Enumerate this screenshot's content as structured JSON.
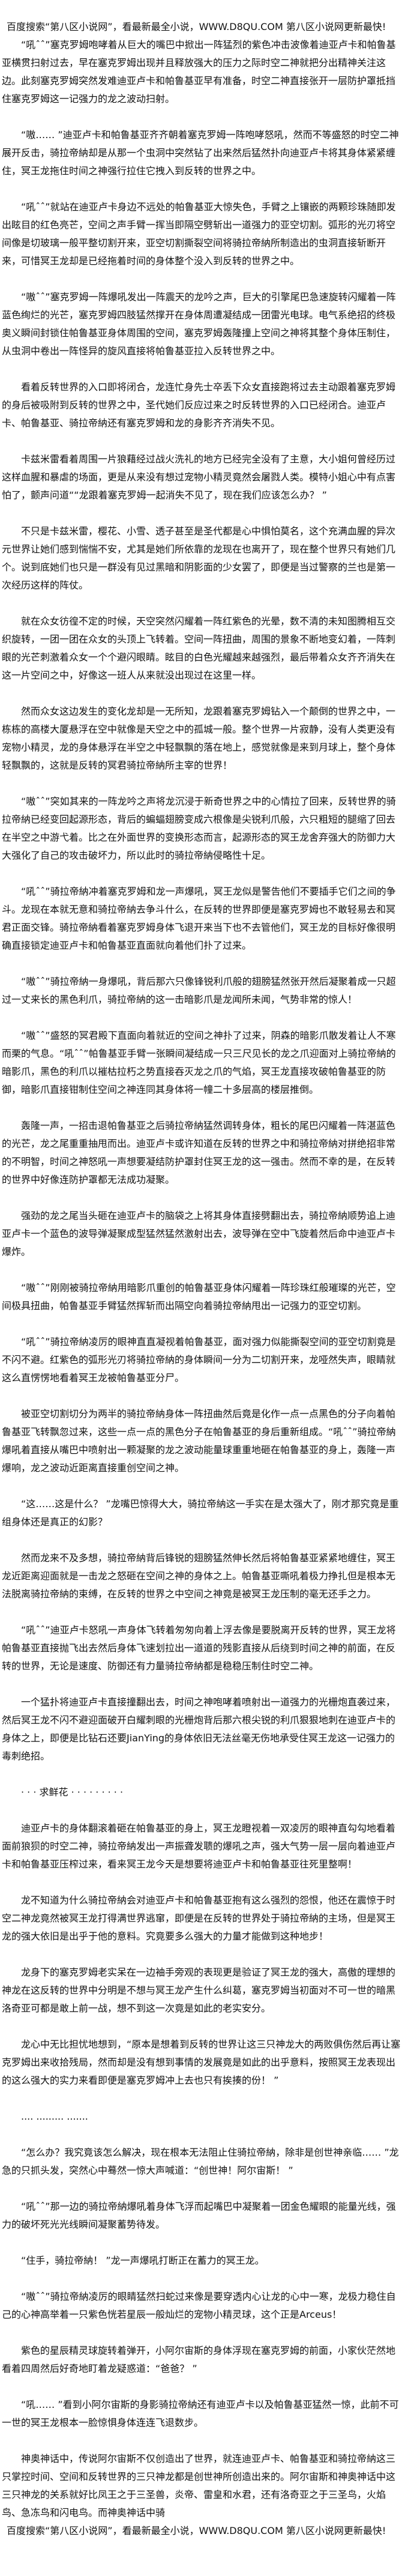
{
  "promo": {
    "top": "百度搜索“第八区小说网”，看最新最全小说，WWW.D8QU.COM  第八区小说网更新最快!",
    "bottom": "百度搜索“第八区小说网”，看最新最全小说，WWW.D8QU.COM  第八区小说网更新最快!"
  },
  "paragraphs": [
    "“吼ˆˆ”塞克罗姆咆哮着从巨大的嘴巴中掀出一阵猛烈的紫色冲击波像着迪亚卢卡和帕鲁基亚横贯扫射过去，早在塞克罗姆出现并且释放强大的压力之际时空二神就把分出精神关注这边。此刻塞克罗姆突然发难迪亚卢卡和帕鲁基亚早有准备，时空二神直接张开一层防护罩抵挡住塞克罗姆这一记强力的龙之波动扫射。",
    "“嗷…… ”迪亚卢卡和帕鲁基亚齐齐朝着塞克罗姆一阵咆哮怒吼，然而不等盛怒的时空二神展开反击，骑拉帝納却是从那一个虫洞中突然钻了出来然后猛然扑向迪亚卢卡将其身体紧紧缠住，冥王龙拖住时间之神强行拉住它拽入到反转的世界之中。",
    "“吼ˆˆ”就站在迪亚卢卡身边不远处的帕鲁基亚大惊失色，手臂之上镶嵌的两颗珍珠随即发出眩目的红色亮芒，空间之声手臂一挥当即隔空劈斩出一道强力的亚空切割。弧形的光刃将空间像是切玻璃一般平整切割开来，亚空切割撕裂空间将骑拉帝納所制造出的虫洞直接斩断开来，可惜冥王龙却是已经拖着时间的身体整个没入到反转的世界之中。",
    "“嗷ˆˆ”塞克罗姆一阵爆吼发出一阵震天的龙吟之声，巨大的引擎尾巴急速旋转闪耀着一阵蓝色绚烂的光芒，塞克罗姆四肢猛然撑开在身体周遭凝结成一团雷光电球。电气系绝招的终极奥义瞬间封锁住帕鲁基亚身体周围的空间，塞克罗姆轰隆撞上空间之神将其整个身体压制住，从虫洞中卷出一阵怪异的旋风直接将帕鲁基亚拉入反转世界之中。",
    "看着反转世界的入口即将闭合，龙连忙身先士卒丢下众女直接跑将过去主动跟着塞克罗姆的身后被吸附到反转的世界之中，圣代她们反应过来之时反转世界的入口已经闭合。迪亚卢卡、帕鲁基亚、骑拉帝納还有塞克罗姆和龙的身影齐齐消失不见。",
    "卡兹米雷看着周围一片狼藉经过战火洗礼的地方已经完全没有了主意，大小姐何曾经历过这样血腥和暴虐的场面，更是从来没有想过宠物小精灵竟然会屠戮人类。模特小姐心中有点害怕了，颤声问道““龙跟着塞克罗姆一起消失不见了，现在我们应该怎么办？ ”",
    "不只是卡兹米雷，樱花、小雪、透子甚至是圣代都是心中惧怕莫名，这个充满血腥的异次元世界让她们感到惴惴不安，尤其是她们所依靠的龙现在也离开了，现在整个世界只有她们几个。说到底她们也只是一群没有见过黑暗和阴影面的少女罢了，即便是当过警察的兰也是第一次经历这样的阵仗。",
    "就在众女彷徨不定的时候，天空突然闪耀着一阵红紫色的光晕，数不清的未知图腾相互交织旋转，一团一团在众女的头顶上飞转着。空间一阵扭曲，周围的景象不断地变幻着，一阵刺眼的光芒刺激着众女一个个避闪眼睛。眩目的白色光耀越来越强烈，最后带着众女齐齐消失在这一片空间之中，好像这一班人从来就没出现过在这里一样。",
    "然而众女这边发生的变化龙却是一无所知，龙跟着塞克罗姆钻入一个颠倒的世界之中，一栋栋的高楼大厦悬浮在空中就像是天空之中的孤城一般。整个世界一片寂静，没有人类更没有宠物小精灵，龙的身体悬浮在半空之中轻飘飘的落在地上，感觉就像是来到月球上，整个身体轻飘飘的，这就是反转的冥君骑拉帝納所主宰的世界！",
    "“嗷ˆˆ”突如其来的一阵龙吟之声将龙沉浸于新奇世界之中的心情拉了回来，反转世界的骑拉帝納已经变回起源形态，背后的蝙蝠翅膀变成六根像是尖锐利爪般，六只粗短的腿缩了回去在半空之中游弋着。比之在外面世界的变换形态而言，起源形态的冥王龙舍弃强大的防御力大大强化了自己的攻击破坏力，所以此时的骑拉帝納侵略性十足。",
    "“吼ˆˆ”骑拉帝納冲着塞克罗姆和龙一声爆吼，冥王龙似是警告他们不要插手它们之间的争斗。龙现在本就无意和骑拉帝納去争斗什么，在反转的世界即便是塞克罗姆也不敢轻易去和冥君正面交锋。骑拉帝納看着塞克罗姆身体飞退开来当下也不去管他们，冥王龙的目标好像很明确直接锁定迪亚卢卡和帕鲁基亚直面就向着他们扑了过来。",
    "“嗷ˆˆ”骑拉帝納一身爆吼，背后那六只像锋锐利爪般的翅膀猛然张开然后凝聚着成一只超过一丈来长的黑色利爪，骑拉帝納的这一击暗影爪是龙闻所未闻，气势非常的惊人！",
    "“嗷ˆˆ”盛怒的冥君殿下直面向着就近的空间之神扑了过来，阴森的暗影爪散发着让人不寒而栗的气息。“吼ˆˆ”帕鲁基亚手臂一张瞬间凝结成一只三尺见长的龙之爪迎面对上骑拉帝納的暗影爪，黑色的利爪以摧枯拉朽之势直接吞灭龙之爪的气焰，冥王龙直接攻破帕鲁基亚的防御，暗影爪直接钳制住空间之神连同其身体将一幢二十多层高的楼层推倒。",
    "轰隆一声，一招击退帕鲁基亚之后骑拉帝納猛然调转身体，粗长的尾巴闪耀着一阵湛蓝色的光芒，龙之尾重重抽甩而出。迪亚卢卡或许知道在反转的世界之中和骑拉帝納对拼绝招非常的不明智，时间之神怒吼一声想要凝结防护罩封住冥王龙的这一强击。然而不幸的是，在反转的世界中好像连防护罩都无法成功凝聚。",
    "强劲的龙之尾当头砸在迪亚卢卡的脑袋之上将其身体直接劈翻出去，骑拉帝納顺势追上迪亚卢卡一个蓝色的波导弹凝聚成型猛然猛然激射出去，波导弹在空中飞旋着然后命中迪亚卢卡爆炸。",
    "“嗷ˆˆ”刚刚被骑拉帝納用暗影爪重创的帕鲁基亚身体闪耀着一阵珍珠红般璀璨的光芒，空间极具扭曲，帕鲁基亚手臂猛然挥斩而出隔空向着骑拉帝納甩出一记强力的亚空切割。",
    "“吼ˆˆ”骑拉帝納凌厉的眼神直直凝视着帕鲁基亚，面对强力似能撕裂空间的亚空切割竟是不闪不避。红紫色的弧形光刃将骑拉帝納的身体瞬间一分为二切割开来，龙哑然失声，眼睛就这么直愣愣地看着冥王龙被帕鲁基亚分尸。",
    "被亚空切割切分为两半的骑拉帝納身体一阵扭曲然后竟是化作一点一点黑色的分子向着帕鲁基亚飞转飘忽过来，这些一点一点的黑色分子在帕鲁基亚的身后重新组成。“吼ˆˆ”骑拉帝納爆吼着直接从嘴巴中喷射出一颗凝聚的龙之波动能量球重重地砸在帕鲁基亚的身上，轰隆一声爆响，龙之波动近距离直接重创空间之神。",
    "“这……这是什么？ ”龙嘴巴惊得大大，骑拉帝納这一手实在是太强大了，刚才那究竟是重组身体还是真正的幻影？",
    "然而龙来不及多想，骑拉帝納背后锋锐的翅膀猛然伸长然后将帕鲁基亚紧紧地缠住，冥王龙近距离迎面就是一击龙之怒砸在空间之神的身体之上。帕鲁基亚嘶吼着极力挣扎但是根本无法脱离骑拉帝納的束缚，在反转的世界之中空间之神竟是被冥王龙压制的毫无还手之力。",
    "“吼ˆˆ”迪亚卢卡怒吼一声身体飞转着匆匆向着上浮去像是要脱离开反转的世界，冥王龙将帕鲁基亚直接抛飞出去然后身体飞速划拉出一道道的残影直接从后绕到时间之神的前面，在反转的世界，无论是速度、防御还有力量骑拉帝納都是稳稳压制住时空二神。",
    "一个猛扑将迪亚卢卡直接撞翻出去，时间之神咆哮着喷射出一道强力的光栅炮直袭过来，然后冥王龙不闪不避迎面破开白耀刺眼的光栅炮背后那六根尖锐的利爪狠狠地刺在迪亚卢卡的身体之上，即便是比钻石还要JianYing的身体依旧无法丝毫无伤地承受住冥王龙这一记强力的毒刺绝招。",
    "· · · 求鲜花 · · ·  · · · · · ·",
    "迪亚卢卡的身体翻滚着砸在帕鲁基亚的身上，冥王龙瞪视着一双凌厉的眼神直勾勾地看着面前狼狈的时空二神，骑拉帝納发出一声振聋发聩的爆吼之声，强大气势一层一层向着迪亚卢卡和帕鲁基亚压榨过来，看来冥王龙今天是想要将迪亚卢卡和帕鲁基亚往死里整啊！",
    "龙不知道为什么骑拉帝納会对迪亚卢卡和帕鲁基亚抱有这么强烈的怨恨，他还在震惊于时空二神龙竟然被冥王龙打得满世界逃窜，即便是在反转的世界处于骑拉帝納的主场，但是冥王龙的强大依旧是出乎于他的意料。究竟要多么强大的力量才能做到这种地步！",
    "龙身下的塞克罗姆老实呆在一边袖手旁观的表现更是验证了冥王龙的强大，高傲的理想的神龙在这反转的世界中分明是不想与冥王龙产生什么纠葛，塞克罗姆当初面对不可一世的暗黑洛奇亚可都是敢上前一战，想不到这一次竟是如此的老实安分。",
    "龙心中无比担忧地想到，“原本是想着到反转的世界让这三只神龙大的两败俱伤然后再让塞克罗姆出来收拾残局，然而却是没有想到事情的发展竟是如此的出乎意料，按照冥王龙表现出的这么强大的实力来看即便是塞克罗姆冲上去也只有挨揍的份！ ”",
    ".... ......... .......",
    "“怎么办？我究竟该怎么解决，现在根本无法阻止住骑拉帝納，除非是创世神亲临…… ”龙急的只抓头发，突然心中蓦然一惊大声喊道：“创世神！阿尔宙斯！ ”",
    "“吼ˆˆ”那一边的骑拉帝納爆吼着身体飞浮而起嘴巴中凝聚着一团金色耀眼的能量光线，强力的破坏死光光线瞬间凝聚蓄势待发。",
    "“住手，骑拉帝納！ ”龙一声爆吼打断正在蓄力的冥王龙。",
    "“嗷ˆˆ”骑拉帝納凌厉的眼睛猛然扫蛇过来像是要穿透内心让龙的心中一寒，龙极力稳住自己的心神高举着一只紫色恍若星辰一般灿烂的宠物小精灵球，这个正是Arceus！",
    "紫色的星辰精灵球旋转着弹开，小阿尔宙斯的身体浮现在塞克罗姆的前面，小家伙茫然地看着四周然后好奇地盯着龙疑惑道：“爸爸？ ”",
    "“吼…… ”看到小阿尔宙斯的身影骑拉帝納还有迪亚卢卡以及帕鲁基亚猛然一惊，此前不可一世的冥王龙根本一脸惊惧身体连连飞退数步。",
    "神奥神话中，传说阿尔宙斯不仅创造出了世界，就连迪亚卢卡、帕鲁基亚和骑拉帝納这三只掌控时间、空间和反转世界的三只神龙都是创世神所创造出来的。阿尔宙斯和神奥神话中这三只神龙的关系就好比凤王之于三圣兽，炎帝、雷皇和水君，还有洛奇亚之于三圣鸟，火焰鸟、急冻鸟和闪电鸟。而神奥神话中骑"
  ]
}
